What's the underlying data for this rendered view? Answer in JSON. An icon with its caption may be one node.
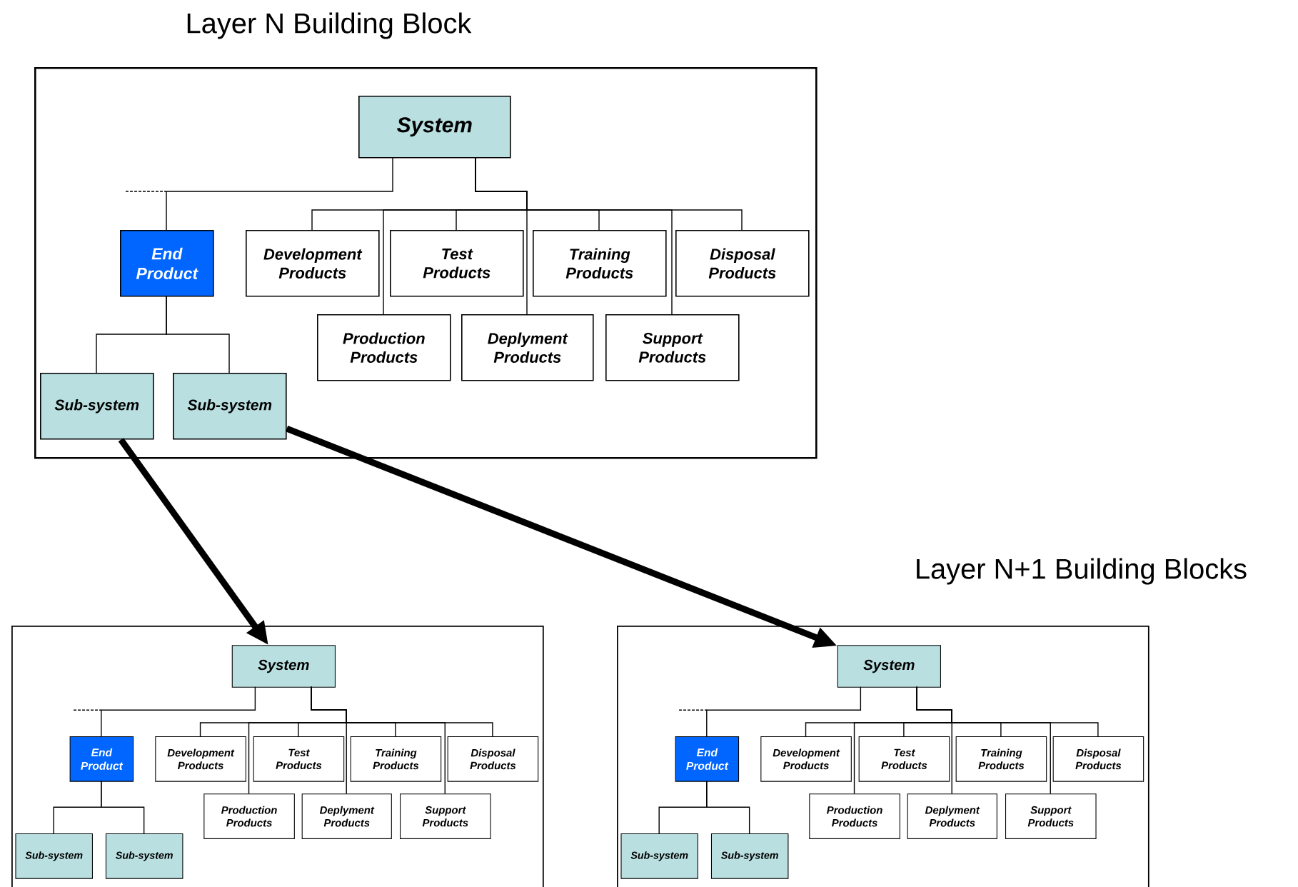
{
  "diagram": {
    "nodes": [
      {
        "text": [
          "Layer N Building Block"
        ]
      },
      {
        "text": [
          "System"
        ],
        "in": 0
      },
      {
        "text": [
          "End Product"
        ],
        "in": 0
      },
      {
        "text": [
          "Development Products"
        ],
        "in": 0
      },
      {
        "text": [
          "Test Products"
        ],
        "in": 0
      },
      {
        "text": [
          "Training Products"
        ],
        "in": 0
      },
      {
        "text": [
          "Disposal Products"
        ],
        "in": 0
      },
      {
        "text": [
          "Production Products"
        ],
        "in": 0
      },
      {
        "text": [
          "Deplyment Products"
        ],
        "in": 0
      },
      {
        "text": [
          "Support Products"
        ],
        "in": 0
      },
      {
        "text": [
          "Sub-system"
        ],
        "in": 0
      },
      {
        "text": [
          "Sub-system"
        ],
        "in": 0
      },
      {
        "text": [],
        "shape": "box"
      },
      {
        "text": [
          "System"
        ],
        "in": 12
      },
      {
        "text": [
          "End Product"
        ],
        "in": 12
      },
      {
        "text": [
          "Development Products"
        ],
        "in": 12
      },
      {
        "text": [
          "Test Products"
        ],
        "in": 12
      },
      {
        "text": [
          "Training Products"
        ],
        "in": 12
      },
      {
        "text": [
          "Disposal Products"
        ],
        "in": 12
      },
      {
        "text": [
          "Production Products"
        ],
        "in": 12
      },
      {
        "text": [
          "Deplyment Products"
        ],
        "in": 12
      },
      {
        "text": [
          "Support Products"
        ],
        "in": 12
      },
      {
        "text": [
          "Sub-system"
        ],
        "in": 12
      },
      {
        "text": [
          "Sub-system"
        ],
        "in": 12
      },
      {
        "text": [],
        "shape": "box"
      },
      {
        "text": [
          "System"
        ],
        "in": 24
      },
      {
        "text": [
          "End Product"
        ],
        "in": 24
      },
      {
        "text": [
          "Development Products"
        ],
        "in": 24
      },
      {
        "text": [
          "Test Products"
        ],
        "in": 24
      },
      {
        "text": [
          "Training Products"
        ],
        "in": 24
      },
      {
        "text": [
          "Disposal Products"
        ],
        "in": 24
      },
      {
        "text": [
          "Production Products"
        ],
        "in": 24
      },
      {
        "text": [
          "Deplyment Products"
        ],
        "in": 24
      },
      {
        "text": [
          "Support Products"
        ],
        "in": 24
      },
      {
        "text": [
          "Sub-system"
        ],
        "in": 24
      },
      {
        "text": [
          "Sub-system"
        ],
        "in": 24
      }
    ],
    "edges": [
      {
        "from": 1,
        "to": 2,
        "arrow": "none"
      },
      {
        "from": 1,
        "to": 3,
        "arrow": "none"
      },
      {
        "from": 1,
        "to": 4,
        "arrow": "none"
      },
      {
        "from": 1,
        "to": 5,
        "arrow": "none"
      },
      {
        "from": 1,
        "to": 6,
        "arrow": "none"
      },
      {
        "from": 1,
        "to": 7,
        "arrow": "none"
      },
      {
        "from": 1,
        "to": 8,
        "arrow": "none"
      },
      {
        "from": 1,
        "to": 9,
        "arrow": "none"
      },
      {
        "from": 2,
        "to": 10,
        "arrow": "none"
      },
      {
        "from": 2,
        "to": 11,
        "arrow": "none"
      },
      {
        "from": 13,
        "to": 14,
        "arrow": "none"
      },
      {
        "from": 13,
        "to": 15,
        "arrow": "none"
      },
      {
        "from": 13,
        "to": 16,
        "arrow": "none"
      },
      {
        "from": 13,
        "to": 17,
        "arrow": "none"
      },
      {
        "from": 13,
        "to": 18,
        "arrow": "none"
      },
      {
        "from": 13,
        "to": 19,
        "arrow": "none"
      },
      {
        "from": 13,
        "to": 20,
        "arrow": "none"
      },
      {
        "from": 13,
        "to": 21,
        "arrow": "none"
      },
      {
        "from": 14,
        "to": 22,
        "arrow": "none"
      },
      {
        "from": 14,
        "to": 23,
        "arrow": "none"
      },
      {
        "from": 25,
        "to": 26,
        "arrow": "none"
      },
      {
        "from": 25,
        "to": 27,
        "arrow": "none"
      },
      {
        "from": 25,
        "to": 28,
        "arrow": "none"
      },
      {
        "from": 25,
        "to": 29,
        "arrow": "none"
      },
      {
        "from": 25,
        "to": 30,
        "arrow": "none"
      },
      {
        "from": 25,
        "to": 31,
        "arrow": "none"
      },
      {
        "from": 25,
        "to": 32,
        "arrow": "none"
      },
      {
        "from": 25,
        "to": 33,
        "arrow": "none"
      },
      {
        "from": 26,
        "to": 34,
        "arrow": "none"
      },
      {
        "from": 26,
        "to": 35,
        "arrow": "none"
      },
      {
        "from": 10,
        "to": 13,
        "arrow": "to",
        "style": "thick"
      },
      {
        "from": 11,
        "to": 25,
        "arrow": "to",
        "style": "thick"
      }
    ],
    "labels": [
      "Layer N+1 Building Blocks"
    ]
  }
}
